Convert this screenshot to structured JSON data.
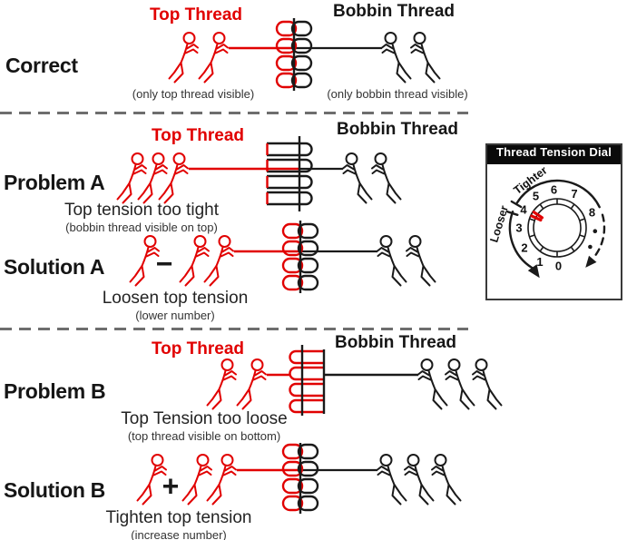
{
  "colors": {
    "red": "#e10000",
    "black": "#1a1a1a",
    "divider_gray": "#6e6e6e"
  },
  "sections": {
    "correct": {
      "label": "Correct",
      "top_thread_label": "Top Thread",
      "bobbin_thread_label": "Bobbin Thread",
      "top_caption": "(only top thread visible)",
      "bobbin_caption": "(only bobbin thread visible)",
      "red_figures": 2,
      "black_figures": 2
    },
    "problem_a": {
      "label": "Problem A",
      "top_thread_label": "Top Thread",
      "bobbin_thread_label": "Bobbin Thread",
      "caption": "Top tension too tight",
      "subcaption": "(bobbin thread visible on top)",
      "red_figures": 3,
      "black_figures": 2
    },
    "solution_a": {
      "label": "Solution A",
      "operator": "−",
      "caption": "Loosen top tension",
      "subcaption": "(lower number)",
      "red_figures": 3,
      "black_figures": 2
    },
    "problem_b": {
      "label": "Problem B",
      "top_thread_label": "Top Thread",
      "bobbin_thread_label": "Bobbin Thread",
      "caption": "Top Tension too loose",
      "subcaption": "(top thread visible on bottom)",
      "red_figures": 2,
      "black_figures": 3
    },
    "solution_b": {
      "label": "Solution B",
      "operator": "+",
      "caption": "Tighten top tension",
      "subcaption": "(increase number)",
      "red_figures": 3,
      "black_figures": 3
    }
  },
  "dial": {
    "title": "Thread Tension Dial",
    "numbers": [
      "0",
      "1",
      "2",
      "3",
      "4",
      "5",
      "6",
      "7",
      "8"
    ],
    "tighter_label": "Tighter",
    "looser_label": "Looser"
  }
}
